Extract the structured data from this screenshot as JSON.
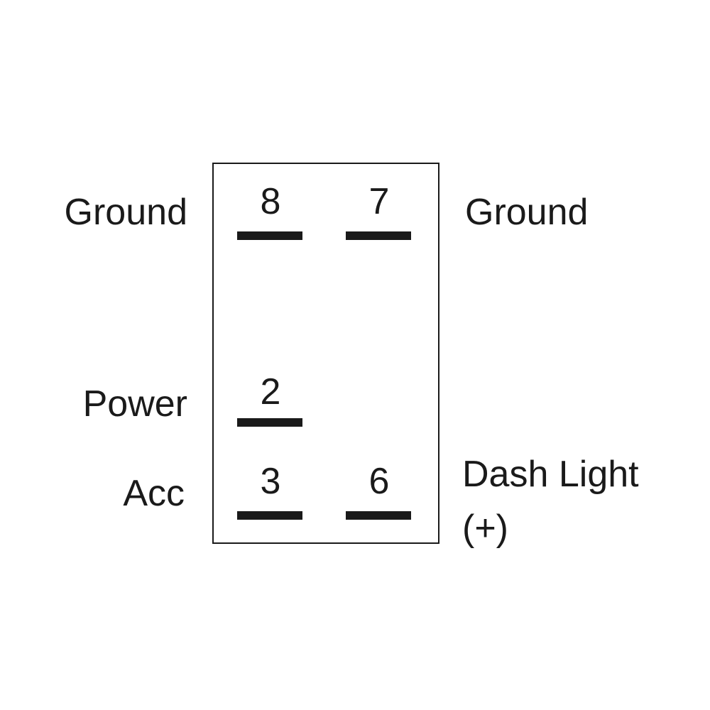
{
  "diagram": {
    "colors": {
      "ink": "#1a1a1a",
      "background": "#ffffff"
    },
    "pins": [
      {
        "id": "pin-8",
        "number": "8",
        "label": "Ground"
      },
      {
        "id": "pin-7",
        "number": "7",
        "label": "Ground"
      },
      {
        "id": "pin-2",
        "number": "2",
        "label": "Power"
      },
      {
        "id": "pin-3",
        "number": "3",
        "label": "Acc"
      },
      {
        "id": "pin-6",
        "number": "6",
        "label_line1": "Dash Light",
        "label_line2": "(+)"
      }
    ]
  }
}
